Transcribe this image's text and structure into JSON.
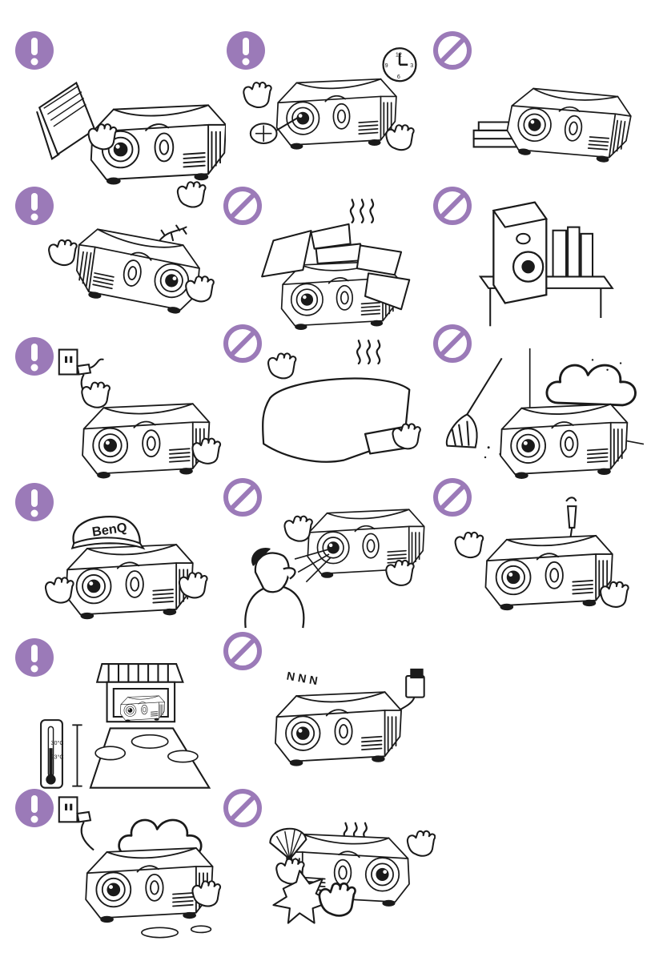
{
  "colors": {
    "accent": "#9b7ab8",
    "line": "#1a1a1a"
  },
  "cells": [
    {
      "id": "r1c1",
      "kind": "warning",
      "illustration": "projector-with-manual-icon"
    },
    {
      "id": "r1c2",
      "kind": "warning",
      "illustration": "projector-with-clock-and-lamp-icon"
    },
    {
      "id": "r1c3",
      "kind": "prohibited",
      "illustration": "projector-on-books-icon"
    },
    {
      "id": "r2c1",
      "kind": "warning",
      "illustration": "projector-tilted-with-gecko-icon"
    },
    {
      "id": "r2c2",
      "kind": "prohibited",
      "illustration": "projector-under-books-heat-icon"
    },
    {
      "id": "r2c3",
      "kind": "prohibited",
      "illustration": "projector-on-shelf-upright-icon"
    },
    {
      "id": "r3c1",
      "kind": "warning",
      "illustration": "projector-plugged-in-icon"
    },
    {
      "id": "r3c2",
      "kind": "prohibited",
      "illustration": "projector-covered-cloth-icon"
    },
    {
      "id": "r3c3",
      "kind": "prohibited",
      "illustration": "projector-dusty-room-icon"
    },
    {
      "id": "r4c1",
      "kind": "warning",
      "illustration": "projector-wearing-cap-icon"
    },
    {
      "id": "r4c2",
      "kind": "prohibited",
      "illustration": "person-looking-into-lens-icon"
    },
    {
      "id": "r4c3",
      "kind": "prohibited",
      "illustration": "projector-screwdriver-icon"
    },
    {
      "id": "r5c1",
      "kind": "warning",
      "illustration": "projector-temperature-house-icon"
    },
    {
      "id": "r5c2",
      "kind": "prohibited",
      "illustration": "projector-sleeping-adapter-icon"
    },
    {
      "id": "r6c1",
      "kind": "warning",
      "illustration": "projector-water-puddle-icon"
    },
    {
      "id": "r6c2",
      "kind": "prohibited",
      "illustration": "projector-hand-fan-icon"
    }
  ],
  "labels": {
    "cap_text": "BenQ",
    "temp_high": "30°C",
    "temp_low": "23°C",
    "sleep_text": "N N N",
    "clock_12": "12",
    "clock_3": "3",
    "clock_6": "6",
    "clock_9": "9"
  }
}
